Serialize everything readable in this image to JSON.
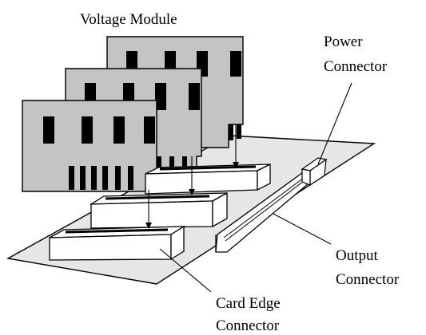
{
  "labels": {
    "voltage_module": "Voltage Module",
    "power_connector_line1": "Power",
    "power_connector_line2": "Connector",
    "output_connector_line1": "Output",
    "output_connector_line2": "Connector",
    "card_edge_connector_line1": "Card Edge",
    "card_edge_connector_line2": "Connector"
  },
  "colors": {
    "card_fill": "#c4c4c4",
    "board_fill": "#e6e6e6",
    "connector_fill": "#ffffff",
    "ink": "#000000"
  }
}
